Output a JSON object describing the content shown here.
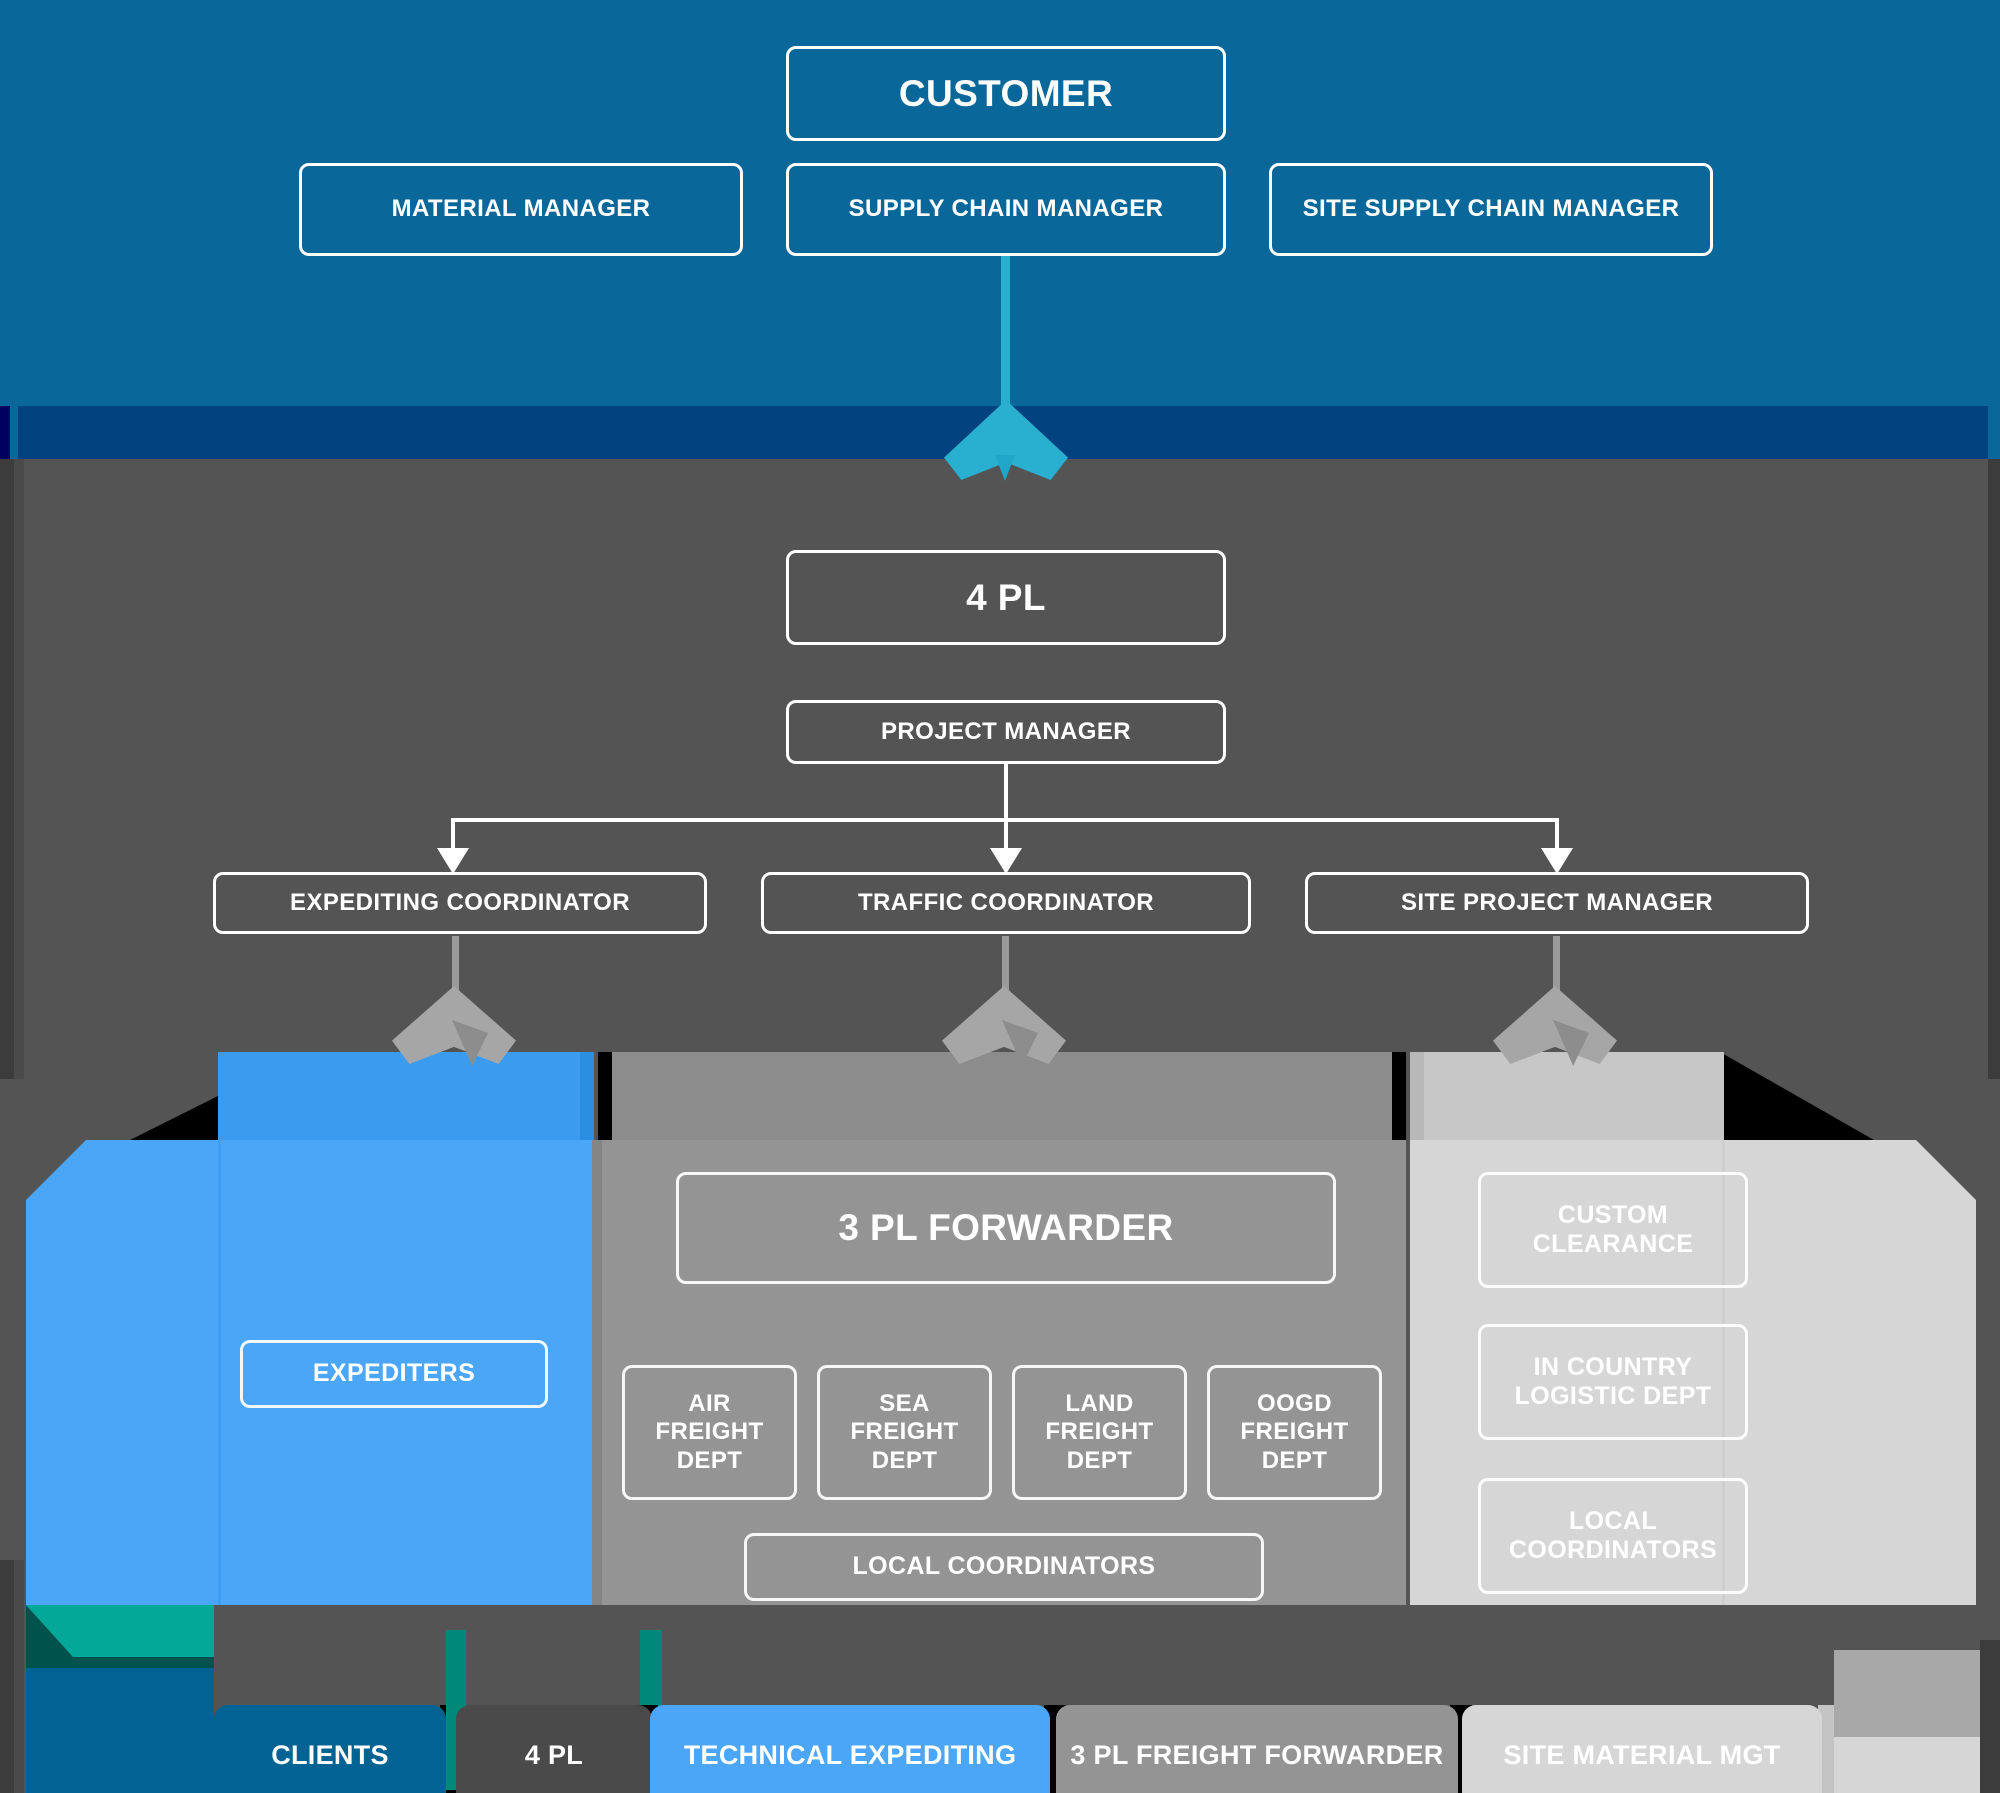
{
  "diagram": {
    "title": "Supply Chain Logistics Organization Chart",
    "colors": {
      "customer_band": "#0A6799",
      "divider_band": "#02427E",
      "workspace": "#545454",
      "accent_cyan": "#29AFD0",
      "technical_expediting": "#4BA6F7",
      "three_pl": "#949494",
      "site_material": "#D6D6D6",
      "clients": "#016394",
      "four_pl": "#4A4A4A",
      "teal_accent": "#00897B"
    }
  },
  "customer_section": {
    "root": {
      "label": "CUSTOMER"
    },
    "roles": [
      {
        "label": "MATERIAL MANAGER"
      },
      {
        "label": "SUPPLY CHAIN MANAGER"
      },
      {
        "label": "SITE SUPPLY CHAIN MANAGER"
      }
    ]
  },
  "provider_section": {
    "root": {
      "label": "4 PL"
    },
    "manager": {
      "label": "PROJECT MANAGER"
    },
    "coordinators": [
      {
        "label": "EXPEDITING COORDINATOR"
      },
      {
        "label": "TRAFFIC COORDINATOR"
      },
      {
        "label": "SITE PROJECT MANAGER"
      }
    ]
  },
  "panels": {
    "technical_expediting": {
      "items": [
        {
          "label": "EXPEDITERS"
        }
      ]
    },
    "three_pl_forwarder": {
      "header": {
        "label": "3 PL FORWARDER"
      },
      "freight_depts": [
        {
          "label": "AIR FREIGHT DEPT"
        },
        {
          "label": "SEA FREIGHT DEPT"
        },
        {
          "label": "LAND FREIGHT DEPT"
        },
        {
          "label": "OOGD FREIGHT DEPT"
        }
      ],
      "footer": {
        "label": "LOCAL COORDINATORS"
      }
    },
    "site_material_mgt": {
      "items": [
        {
          "label": "CUSTOM CLEARANCE"
        },
        {
          "label": "IN COUNTRY LOGISTIC DEPT"
        },
        {
          "label": "LOCAL COORDINATORS"
        }
      ]
    }
  },
  "legend": {
    "tabs": [
      {
        "label": "CLIENTS"
      },
      {
        "label": "4 PL"
      },
      {
        "label": "TECHNICAL EXPEDITING"
      },
      {
        "label": "3 PL FREIGHT FORWARDER"
      },
      {
        "label": "SITE MATERIAL MGT"
      }
    ]
  }
}
